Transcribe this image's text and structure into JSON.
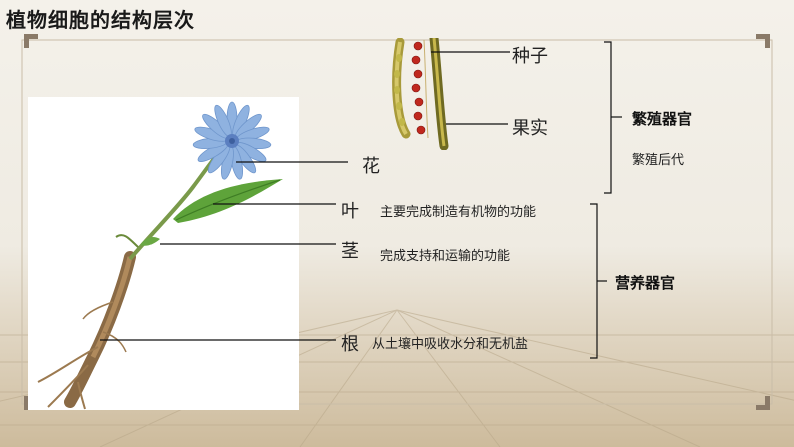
{
  "title": "植物细胞的结构层次",
  "labels": {
    "seed": "种子",
    "fruit": "果实",
    "flower": "花",
    "leaf": "叶",
    "stem": "茎",
    "root": "根"
  },
  "descriptions": {
    "leaf": "主要完成制造有机物的功能",
    "stem": "完成支持和运输的功能",
    "root": "从土壤中吸收水分和无机盐"
  },
  "groups": {
    "reproductive": {
      "name": "繁殖器官",
      "note": "繁殖后代"
    },
    "vegetative": {
      "name": "营养器官"
    }
  }
}
